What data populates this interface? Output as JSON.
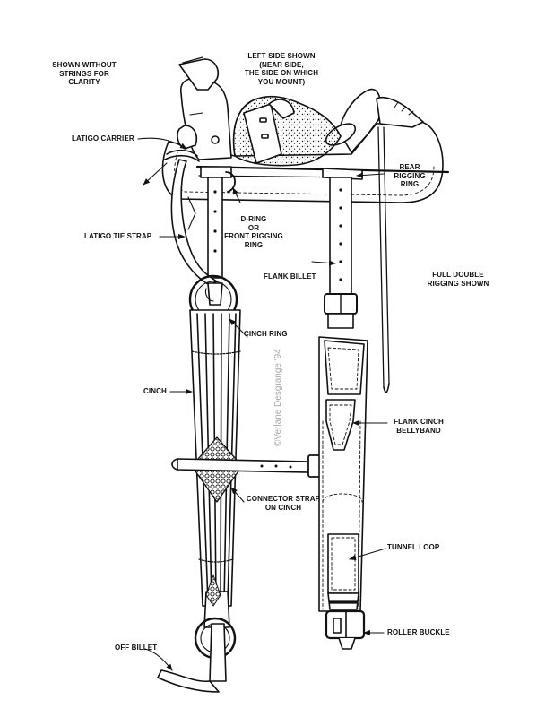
{
  "notes": {
    "without_strings": "SHOWN WITHOUT\nSTRINGS FOR\nCLARITY",
    "left_side": "LEFT SIDE SHOWN\n(NEAR SIDE,\nTHE SIDE ON WHICH\nYOU MOUNT)",
    "full_double": "FULL DOUBLE\nRIGGING SHOWN"
  },
  "labels": {
    "latigo_carrier": "LATIGO CARRIER",
    "rear_rigging_ring": "REAR\nRIGGING\nRING",
    "d_ring": "D-RING\nOR\nFRONT RIGGING\nRING",
    "latigo_tie_strap": "LATIGO TIE STRAP",
    "flank_billet": "FLANK BILLET",
    "cinch_ring": "CINCH RING",
    "cinch": "CINCH",
    "flank_cinch_bellyband": "FLANK CINCH\nBELLYBAND",
    "connector_strap": "CONNECTOR STRAP\nON CINCH",
    "tunnel_loop": "TUNNEL LOOP",
    "roller_buckle": "ROLLER BUCKLE",
    "off_billet": "OFF BILLET"
  },
  "credit": "©Verlane Desgrange '94",
  "colors": {
    "ink": "#111111",
    "paper": "#ffffff",
    "credit": "#a8a8a8"
  }
}
